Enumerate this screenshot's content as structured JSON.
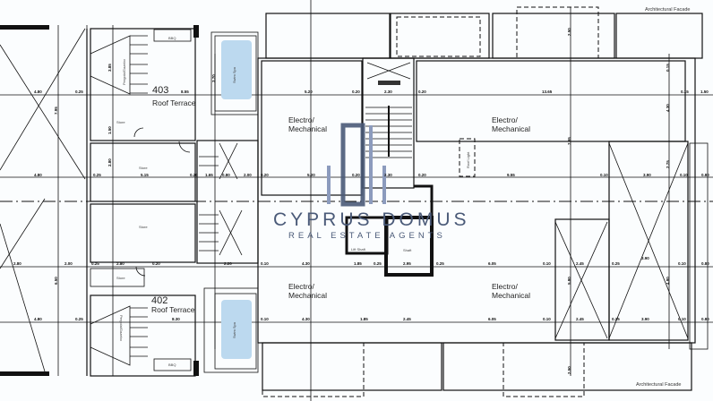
{
  "plan": {
    "facade_top": "Architectural Facade",
    "facade_bottom": "Architectural Facade",
    "rooms": {
      "em_top_left": [
        "Electro/",
        "Mechanical"
      ],
      "em_top_right": [
        "Electro/",
        "Mechanical"
      ],
      "em_bottom_left": [
        "Electro/",
        "Mechanical"
      ],
      "em_bottom_right": [
        "Electro/",
        "Mechanical"
      ],
      "terrace_403": {
        "number": "403",
        "name": "Roof Terrace"
      },
      "terrace_402": {
        "number": "402",
        "name": "Roof Terrace"
      }
    },
    "fixtures": {
      "swim_spa": "Swim Spa",
      "bbq": "BBQ",
      "pergola": "Pergola/Gazebo",
      "store": "Store",
      "roof_light": "Roof Light",
      "lift_shaft": "Lift Shaft",
      "shaft": "Shaft"
    },
    "dimensions": {
      "top_row": [
        "4.80",
        "0.25",
        "8.55",
        "5.20",
        "0.20",
        "2.30",
        "0.20",
        "13.65",
        "0.15",
        "1.50"
      ],
      "mid_row": [
        "4.80",
        "0.25",
        "5.15",
        "0.20",
        "1.65",
        "0.80",
        "2.00",
        "0.20",
        "5.20",
        "0.20",
        "2.30",
        "0.20",
        "9.55",
        "0.10",
        "3.90",
        "0.10",
        "0.80"
      ],
      "lower_row": [
        "2.80",
        "2.00",
        "0.25",
        "2.80",
        "0.20",
        "2.20",
        "0.10",
        "4.30",
        "1.85",
        "0.25",
        "2.95",
        "0.25",
        "6.05",
        "0.10",
        "2.45",
        "0.25",
        "3.90",
        "0.10",
        "0.80"
      ],
      "bottom_row": [
        "4.80",
        "0.25",
        "8.30",
        "0.10",
        "4.30",
        "1.85",
        "2.45",
        "6.05",
        "0.10",
        "2.45",
        "0.25",
        "3.90",
        "0.10",
        "0.80"
      ],
      "vertical": [
        "7.95",
        "3.85",
        "1.50",
        "2.80",
        "6.50",
        "2.50",
        "7.95",
        "4.30",
        "2.75",
        "5.80",
        "4.80",
        "2.50",
        "0.15",
        "3.70"
      ]
    }
  },
  "watermark": {
    "brand": "CYPRUS DOMUS",
    "tagline": "REAL ESTATE AGENTS"
  },
  "colors": {
    "pool": "#bcd9ef",
    "watermark": "#4a5a78"
  }
}
